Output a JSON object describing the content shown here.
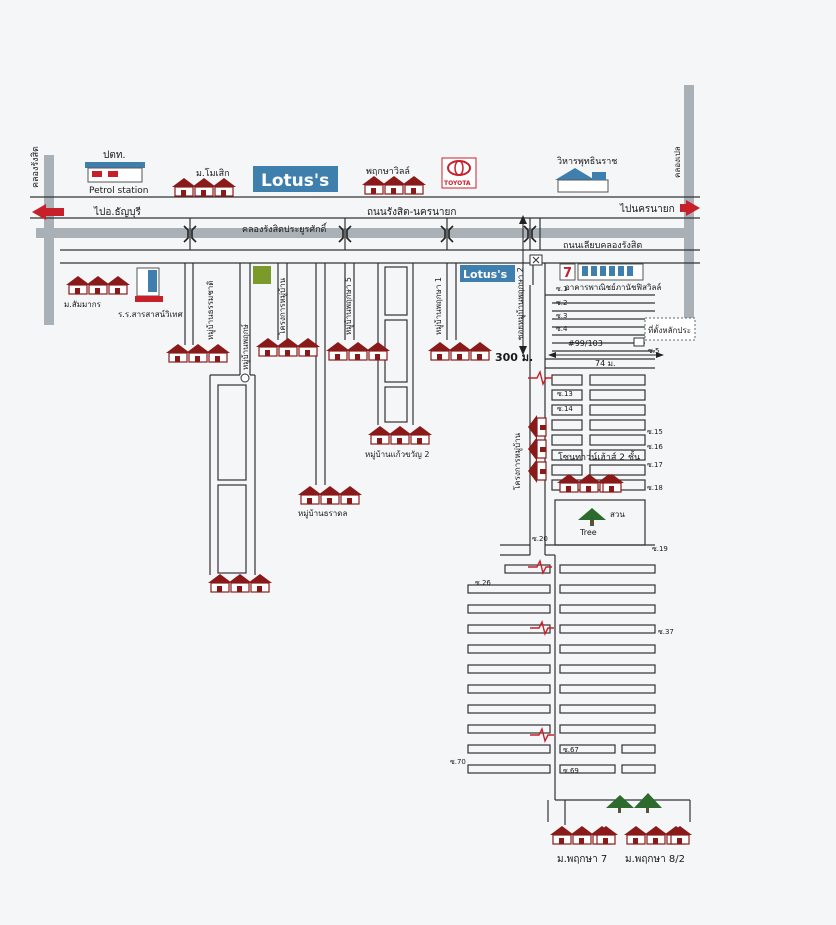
{
  "top_labels": {
    "klong_rangsit": "คลองรังสิต",
    "ptt": "ปตท.",
    "petrol_station": "Petrol station",
    "mo_mosaic": "ม.โมเสิก",
    "lotus_main": "Lotus's",
    "pruksa_ville": "พฤกษาวิลล์",
    "toyota": "TOYOTA",
    "wihan": "วิหารพุทธินราช",
    "klong_prem": "คลองเปล",
    "to_thanyaburi": "ไปอ.ธัญบุรี",
    "to_nakhon_nayok": "ไปนครนายก",
    "rangsit_road": "ถนนรังสิต-นครนายก",
    "klong_prayoon": "คลองรังสิตประยูรศักดิ์",
    "lieb_klong_road": "ถนนเลียบคลองรังสิต"
  },
  "left_labels": {
    "mo_saimakorn": "ม.สัมมากร",
    "school": "ร.ร.สารสาสน์วิเทศ",
    "village_a": "หมู่บ้านธรรมชาติ",
    "village_b": "หมู่บ้านพฤกษ์",
    "village_c": "โครงการหมู่บ้าน",
    "village_d": "หมู่บ้านพฤกษา 5",
    "village_e": "หมู่บ้านพฤกษา 1",
    "village_kaew": "หมู่บ้านแก้วขวัญ 2",
    "village_thara": "หมู่บ้านธราดล"
  },
  "right_labels": {
    "lotus_small": "Lotus's",
    "commercial": "อาคารพาณิชย์ภานัชฟิสวิลล์",
    "soi_main": "ซอยหมู่บ้านพฤกษา 2",
    "distance_300": "300 ม.",
    "address": "#99/103",
    "distance_74": "74 ม.",
    "location": "ที่ตั้งหลักประ",
    "townhouse_left": "โครงการหมู่บ้าน",
    "townhouse_right": "โซนทาวน์เฮ้าส์ 2 ชั้น",
    "garden": "สวน",
    "tree": "Tree",
    "mo_pruksa7": "ม.พฤกษา 7",
    "mo_pruksa82": "ม.พฤกษา 8/2"
  },
  "sois": {
    "s1": "ซ.1",
    "s2": "ซ.2",
    "s3": "ซ.3",
    "s4": "ซ.4",
    "s5": "ซ.5",
    "s13": "ซ.13",
    "s14": "ซ.14",
    "s15": "ซ.15",
    "s16": "ซ.16",
    "s17": "ซ.17",
    "s18": "ซ.18",
    "s19": "ซ.19",
    "s20": "ซ.20",
    "s26": "ซ.26",
    "s37": "ซ.37",
    "s67": "ซ.67",
    "s69": "ซ.69",
    "s70": "ซ.70"
  },
  "colors": {
    "arrow_red": "#c8202a",
    "lotus_blue": "#3e7fae",
    "house_red": "#8a1a1a",
    "canal_grey": "#a9b0b6"
  }
}
